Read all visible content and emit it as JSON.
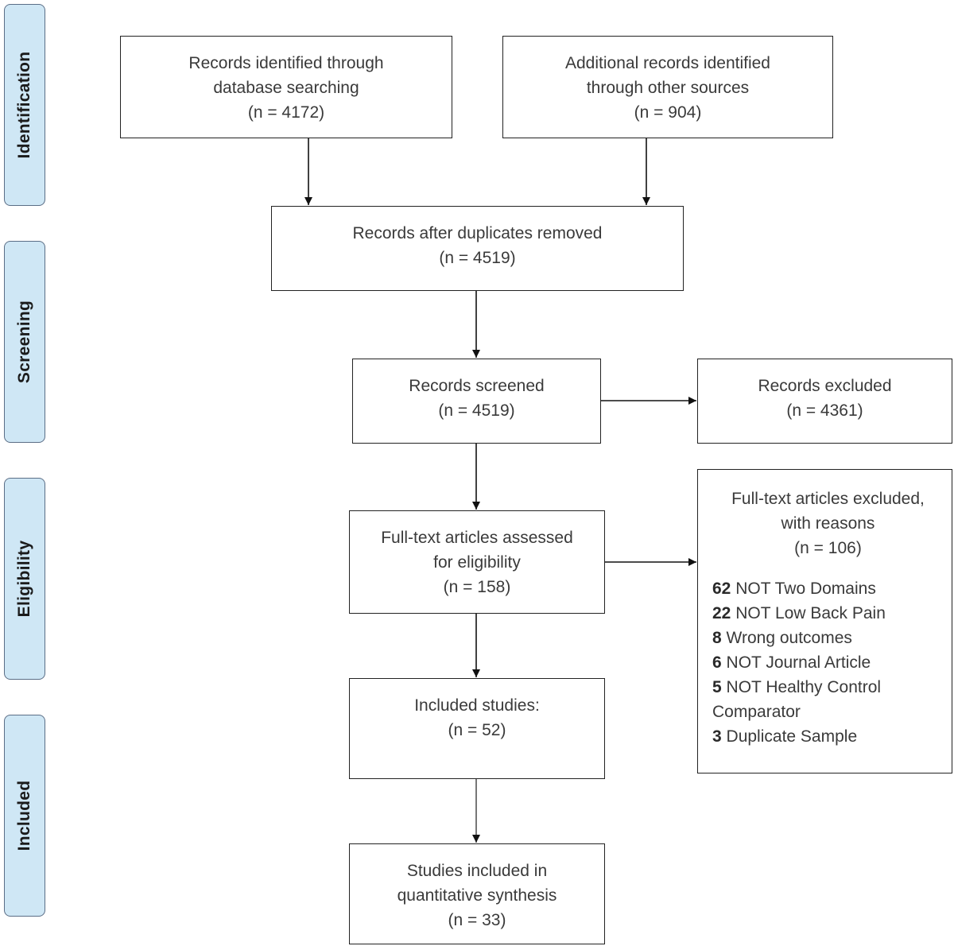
{
  "phases": {
    "identification": "Identification",
    "screening": "Screening",
    "eligibility": "Eligibility",
    "included": "Included"
  },
  "boxes": {
    "database": [
      "Records identified through",
      "database searching",
      "(n = 4172)"
    ],
    "other_sources": [
      "Additional records identified",
      "through other sources",
      "(n = 904)"
    ],
    "after_duplicates": [
      "Records after duplicates removed",
      "(n = 4519)"
    ],
    "screened": [
      "Records screened",
      "(n = 4519)"
    ],
    "excluded": [
      "Records excluded",
      "(n = 4361)"
    ],
    "fulltext": [
      "Full-text articles assessed",
      "for eligibility",
      "(n = 158)"
    ],
    "included_studies": [
      "Included studies:",
      "(n = 52)"
    ],
    "quantitative": [
      "Studies included in",
      "quantitative synthesis",
      "(n = 33)"
    ]
  },
  "fulltext_excluded": {
    "head": [
      "Full-text articles excluded,",
      "with reasons",
      "(n = 106)"
    ],
    "reasons": [
      {
        "count": "62",
        "text": "NOT Two Domains"
      },
      {
        "count": "22",
        "text": "NOT Low Back Pain"
      },
      {
        "count": "8",
        "text": "Wrong outcomes"
      },
      {
        "count": "6",
        "text": "NOT Journal Article"
      },
      {
        "count": "5",
        "text": "NOT Healthy Control Comparator"
      },
      {
        "count": "3",
        "text": "Duplicate Sample"
      }
    ]
  }
}
